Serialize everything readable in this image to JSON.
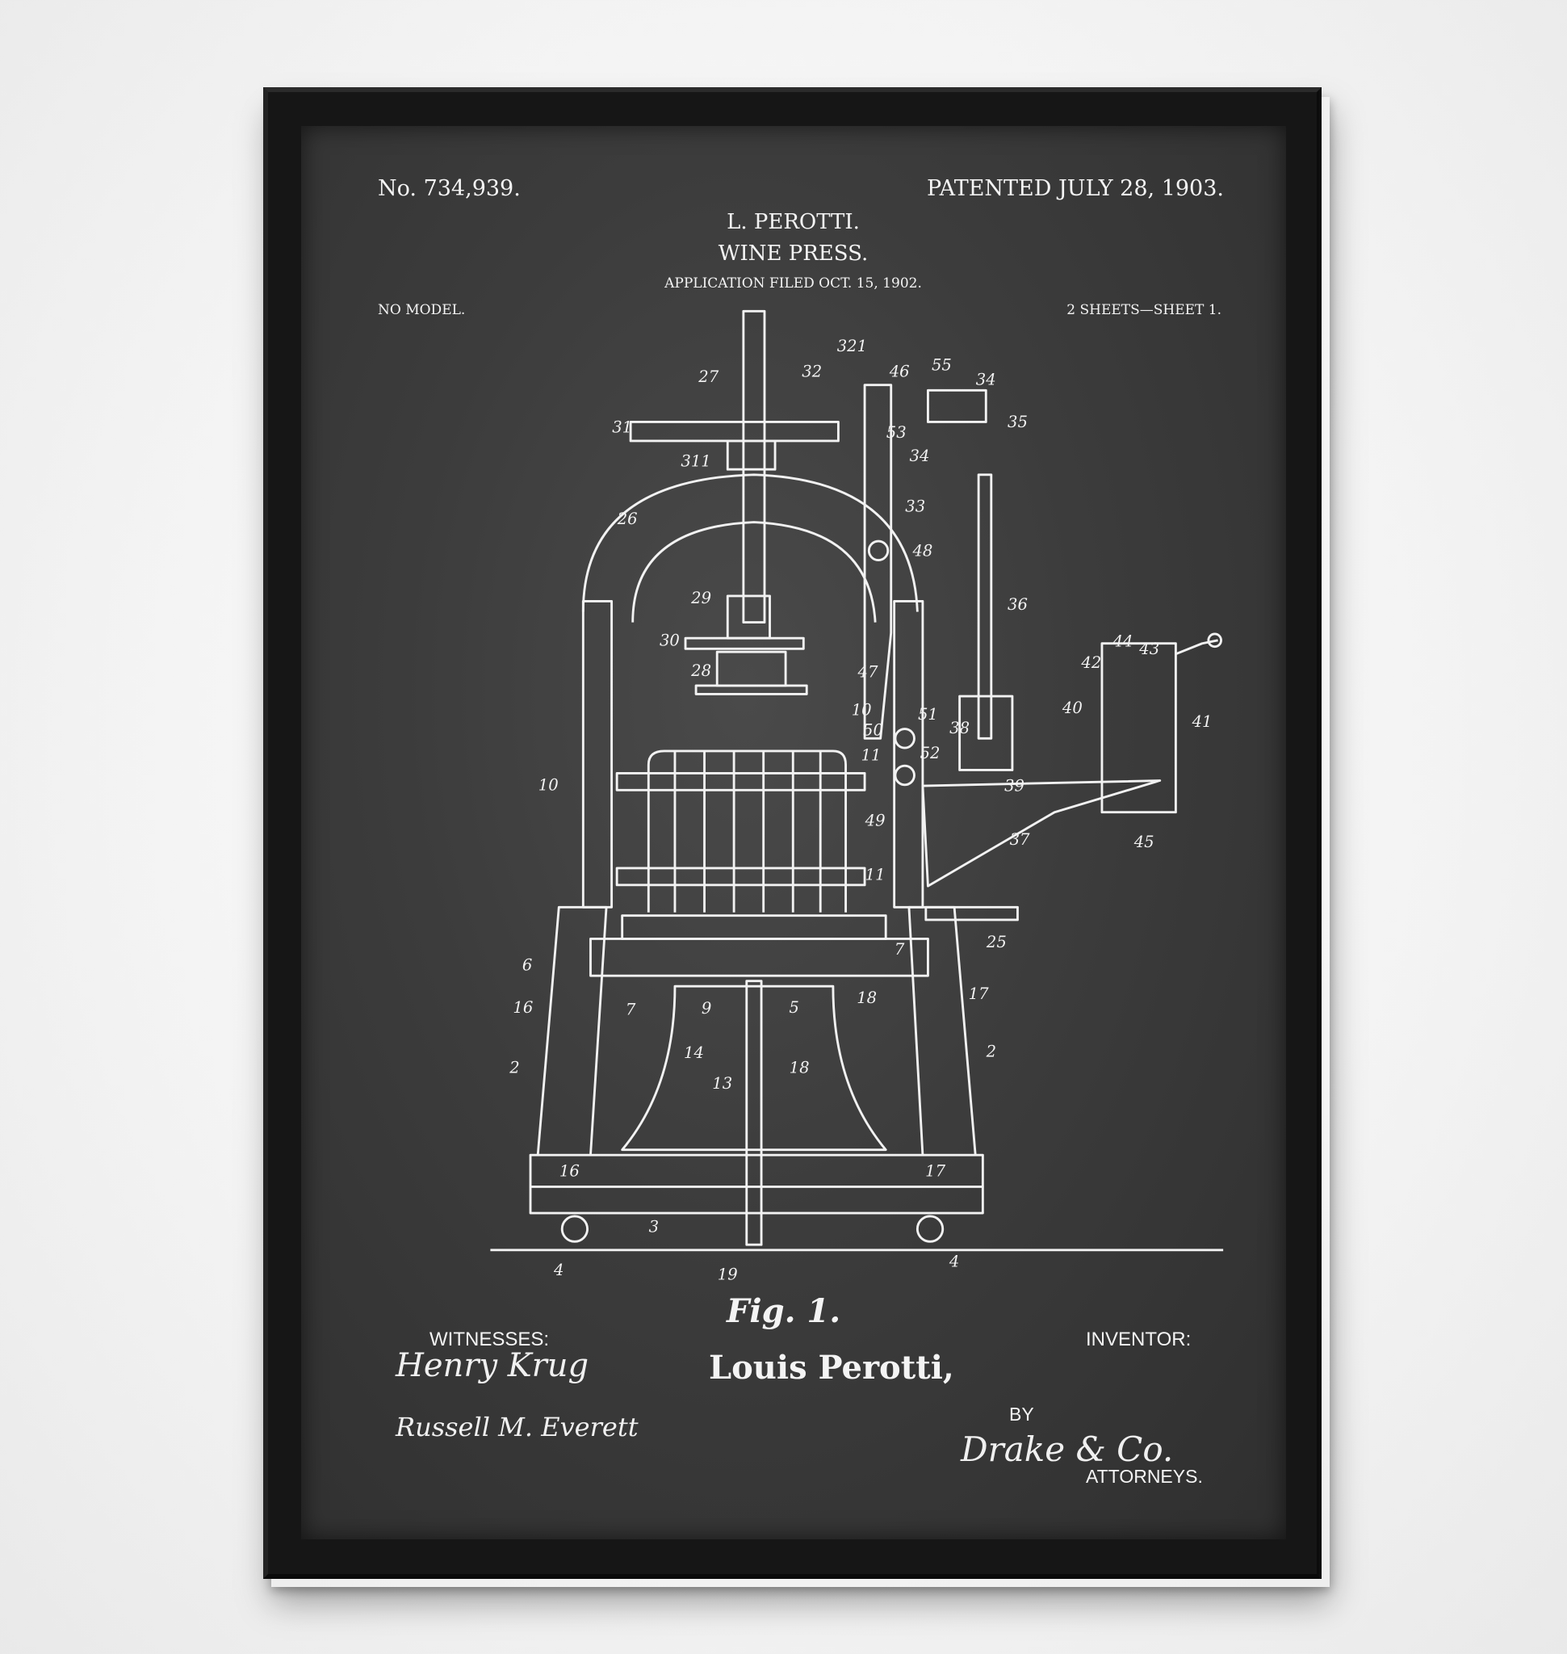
{
  "poster": {
    "patent_number": "No. 734,939.",
    "patented_date": "PATENTED JULY 28, 1903.",
    "inventor_short": "L. PEROTTI.",
    "title": "WINE PRESS.",
    "application": "APPLICATION FILED OCT. 15, 1902.",
    "model": "NO MODEL.",
    "sheets": "2 SHEETS—SHEET 1.",
    "figure": "Fig. 1.",
    "witnesses_label": "WITNESSES:",
    "witness_1": "Henry Krug",
    "witness_2": "Russell M. Everett",
    "inventor_label": "INVENTOR:",
    "inventor_name": "Louis Perotti,",
    "by_label": "BY",
    "attorney_signature": "Drake & Co.",
    "attorneys_label": "ATTORNEYS."
  },
  "reference_numerals": [
    "27",
    "32",
    "321",
    "46",
    "55",
    "34",
    "31",
    "35",
    "311",
    "34",
    "33",
    "26",
    "48",
    "29",
    "36",
    "30",
    "28",
    "42",
    "44",
    "43",
    "47",
    "10",
    "41",
    "40",
    "51",
    "38",
    "50",
    "52",
    "11",
    "10",
    "39",
    "49",
    "37",
    "45",
    "11",
    "25",
    "6",
    "7",
    "16",
    "7",
    "9",
    "5",
    "18",
    "17",
    "2",
    "14",
    "18",
    "2",
    "13",
    "16",
    "17",
    "3",
    "4",
    "19",
    "4",
    "53"
  ],
  "colors": {
    "background": "#f3f3f3",
    "frame": "#161616",
    "chalkboard": "#3c3c3c",
    "ink": "#f4f4f4"
  }
}
